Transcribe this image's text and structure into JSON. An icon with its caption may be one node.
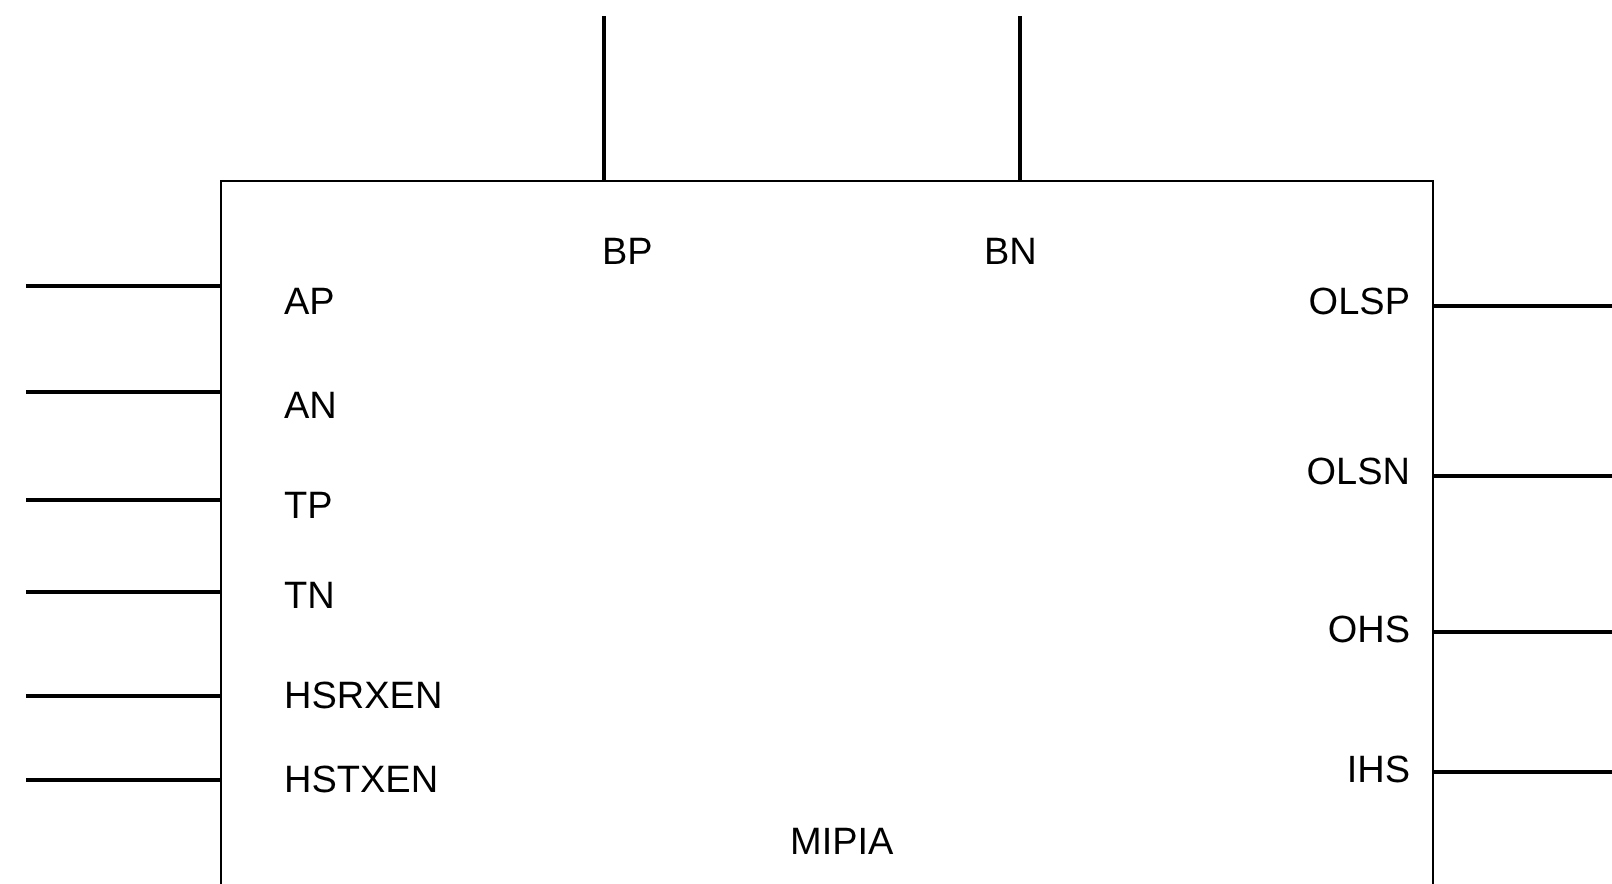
{
  "diagram": {
    "nodes": [
      {
        "text": [
          "MIPIA"
        ]
      }
    ],
    "labels": [
      "BP",
      "BN",
      "AP",
      "OLSP",
      "AN",
      "OLSN",
      "TP",
      "TN",
      "OHS",
      "HSRXEN",
      "IHS",
      "HSTXEN"
    ]
  }
}
